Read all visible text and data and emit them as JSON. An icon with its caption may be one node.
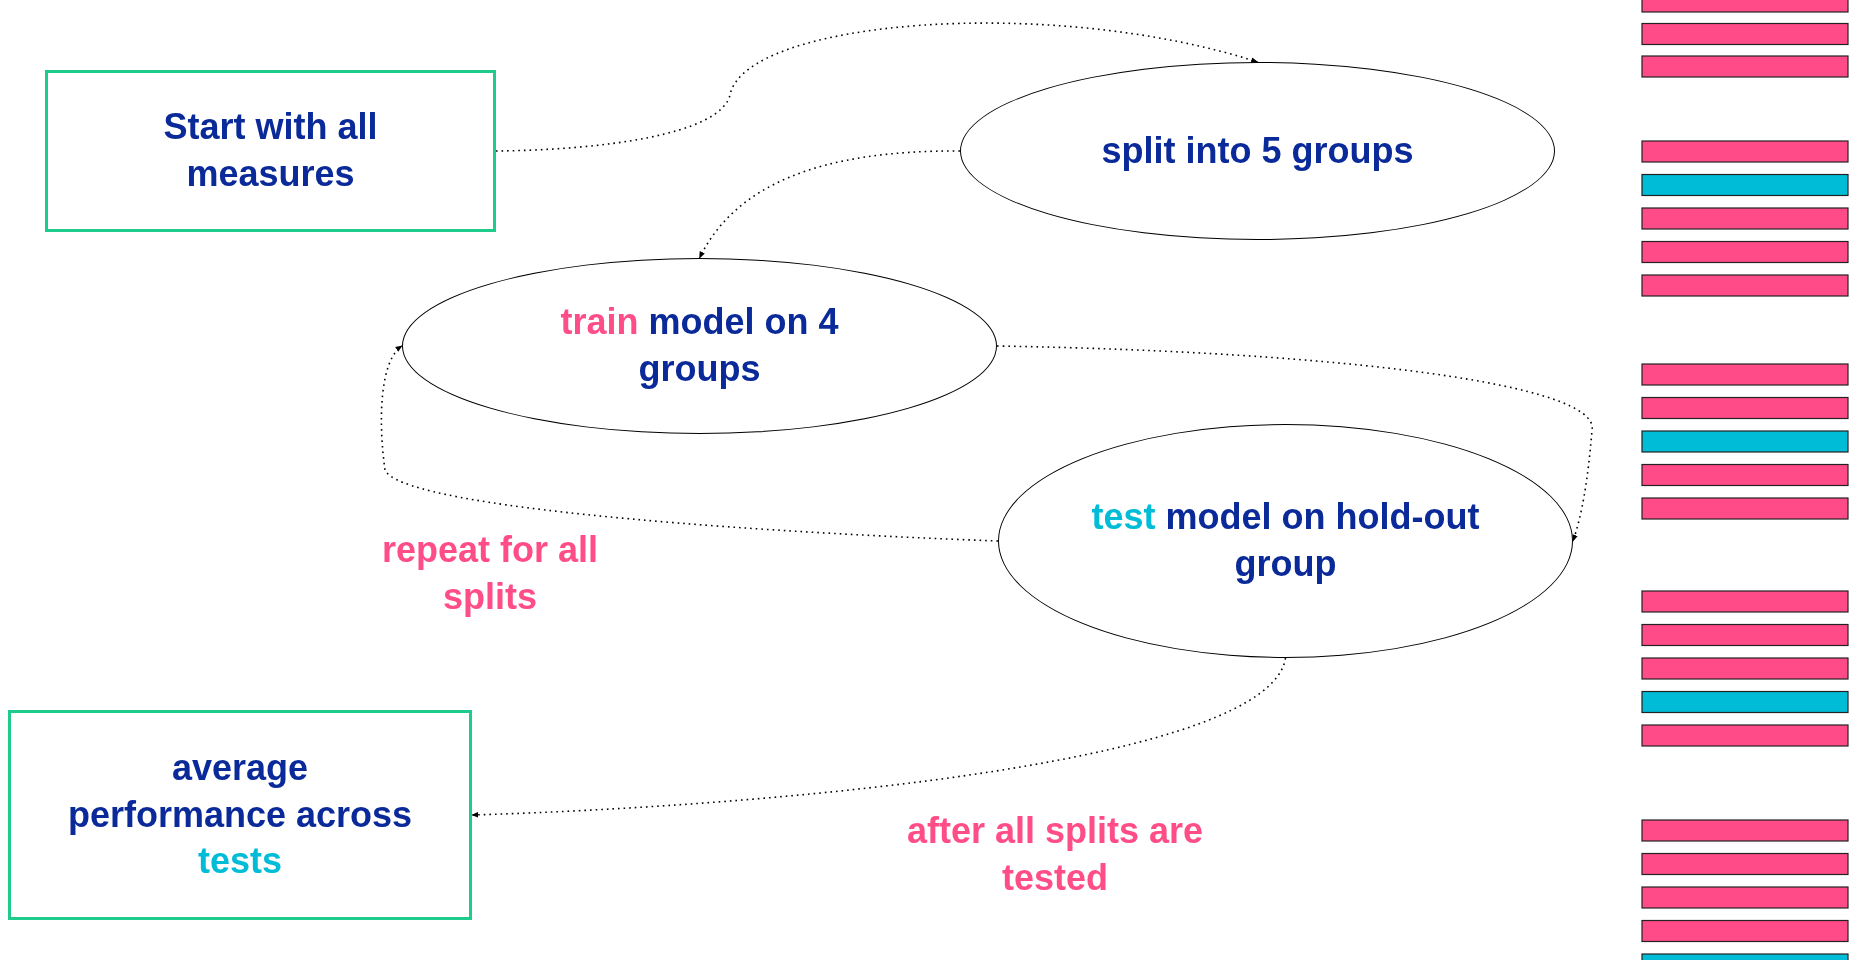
{
  "diagram": {
    "nodes": [
      {
        "text": [
          "Start with all measures"
        ]
      },
      {
        "text": [
          "split into 5 groups"
        ]
      },
      {
        "text": [
          "train",
          "model on 4 groups"
        ]
      },
      {
        "text": [
          "test",
          "model on hold-out group"
        ]
      },
      {
        "text": [
          "average performance across",
          "tests"
        ]
      }
    ],
    "edges": [
      {
        "from": 0,
        "to": 1,
        "arrow": "to"
      },
      {
        "from": 1,
        "to": 2,
        "arrow": "to"
      },
      {
        "from": 2,
        "to": 3,
        "arrow": "to"
      },
      {
        "from": 3,
        "to": 2,
        "arrow": "to"
      },
      {
        "from": 3,
        "to": 4,
        "arrow": "to"
      }
    ],
    "labels": [
      "repeat for all splits",
      "after all splits are tested"
    ]
  }
}
